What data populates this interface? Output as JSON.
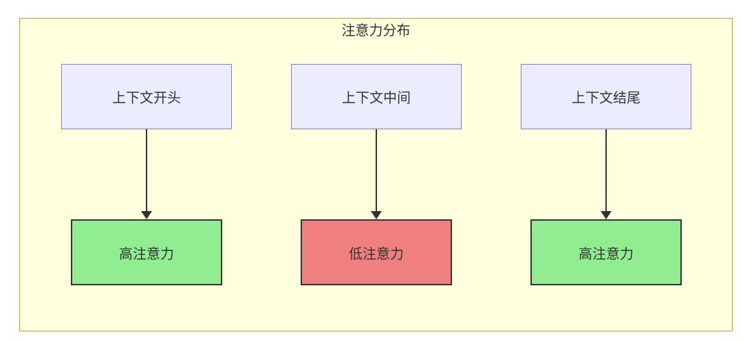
{
  "diagram": {
    "title": "注意力分布",
    "columns": [
      {
        "source": "上下文开头",
        "target": "高注意力",
        "attention_level": "high"
      },
      {
        "source": "上下文中间",
        "target": "低注意力",
        "attention_level": "low"
      },
      {
        "source": "上下文结尾",
        "target": "高注意力",
        "attention_level": "high"
      }
    ],
    "colors": {
      "container_fill": "#ffffde",
      "container_border": "#aaaa33",
      "source_fill": "#ECECFF",
      "source_border": "#9370DB",
      "high_fill": "#90EE90",
      "low_fill": "#F08080",
      "target_border": "#333333",
      "arrow": "#333333",
      "text": "#333333"
    }
  }
}
